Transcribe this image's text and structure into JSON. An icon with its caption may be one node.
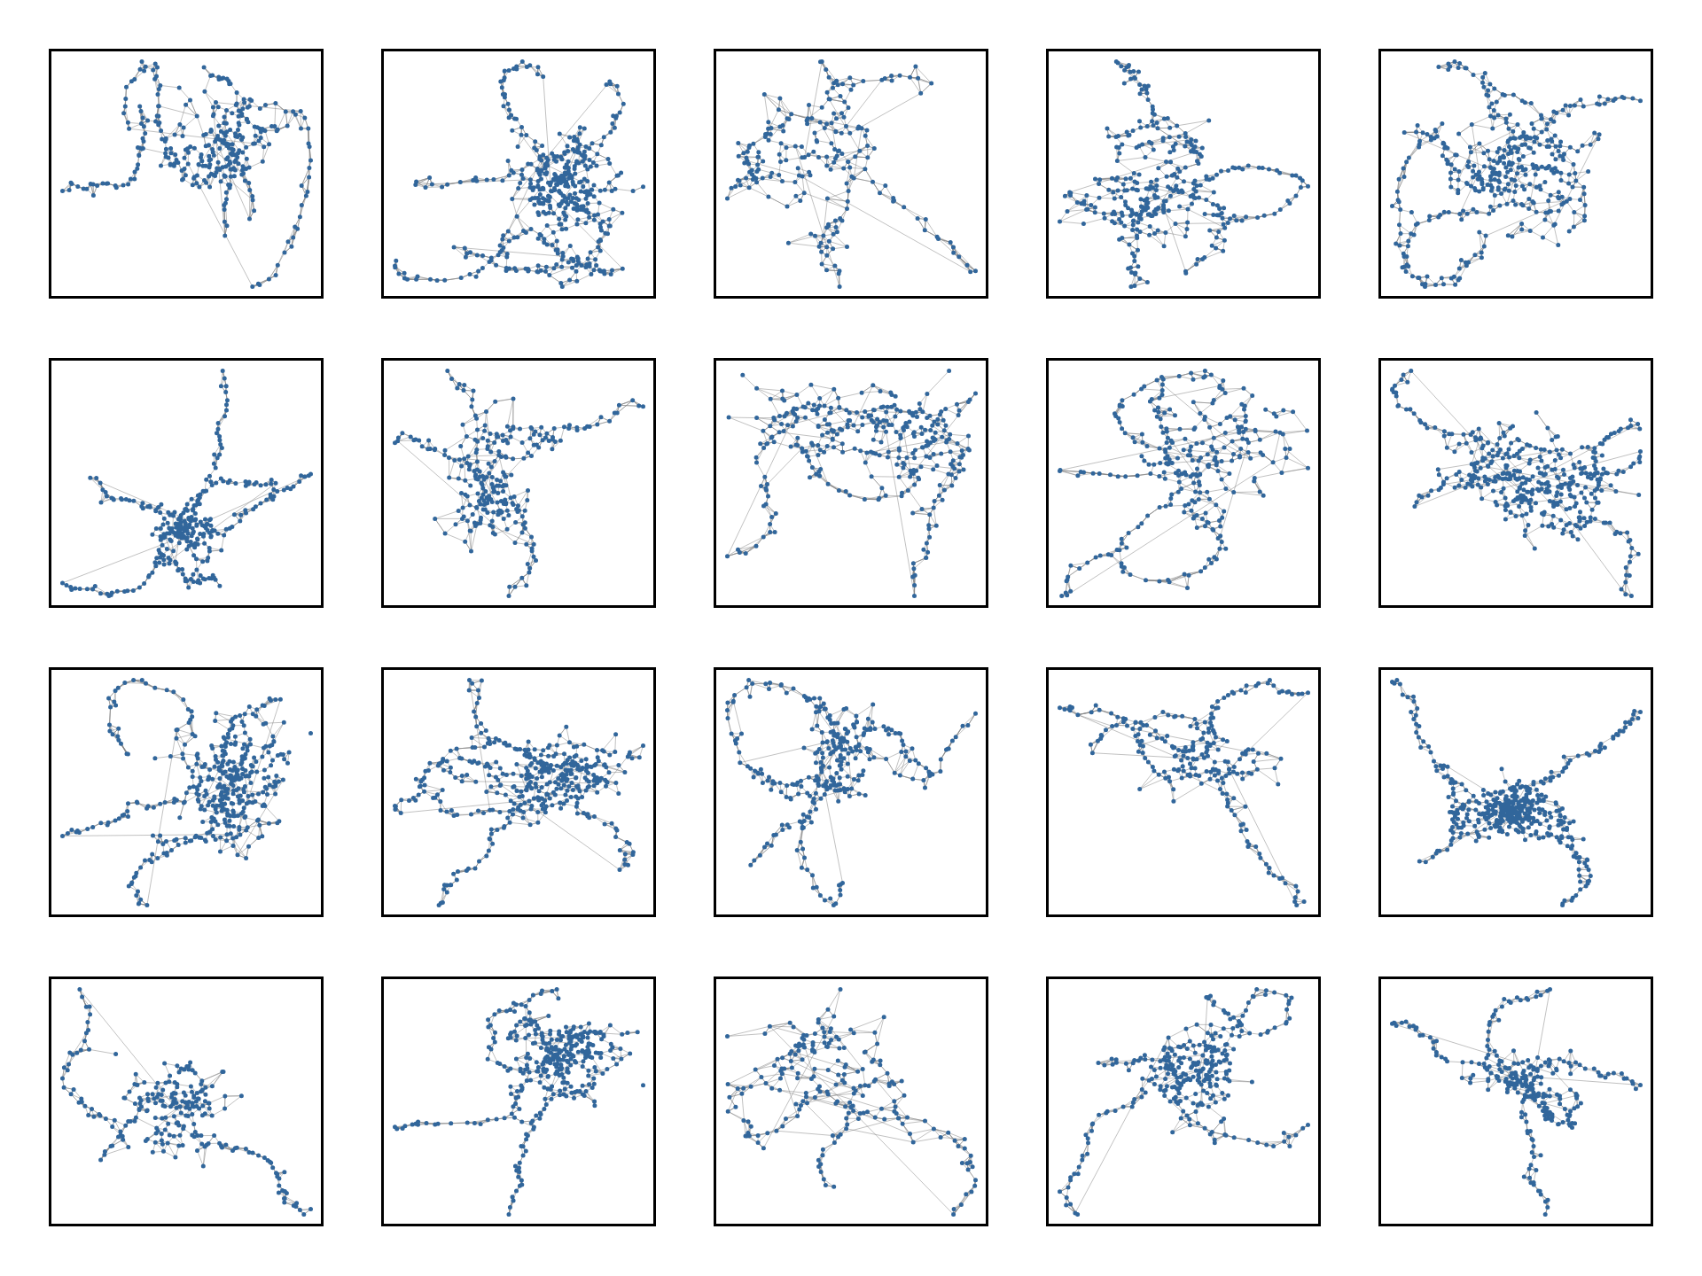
{
  "diagram": {
    "nodes": [
      {
        "text": [],
        "shape": "picture"
      },
      {
        "text": [],
        "shape": "picture"
      },
      {
        "text": [],
        "shape": "picture"
      },
      {
        "text": [],
        "shape": "picture"
      },
      {
        "text": [],
        "shape": "picture"
      },
      {
        "text": [],
        "shape": "picture"
      },
      {
        "text": [],
        "shape": "picture"
      },
      {
        "text": [],
        "shape": "picture"
      },
      {
        "text": [],
        "shape": "picture"
      },
      {
        "text": [],
        "shape": "picture"
      },
      {
        "text": [],
        "shape": "picture"
      },
      {
        "text": [],
        "shape": "picture"
      },
      {
        "text": [],
        "shape": "picture"
      },
      {
        "text": [],
        "shape": "picture"
      },
      {
        "text": [],
        "shape": "picture"
      },
      {
        "text": [],
        "shape": "picture"
      },
      {
        "text": [],
        "shape": "picture"
      },
      {
        "text": [],
        "shape": "picture"
      },
      {
        "text": [],
        "shape": "picture"
      },
      {
        "text": [],
        "shape": "picture"
      }
    ]
  }
}
